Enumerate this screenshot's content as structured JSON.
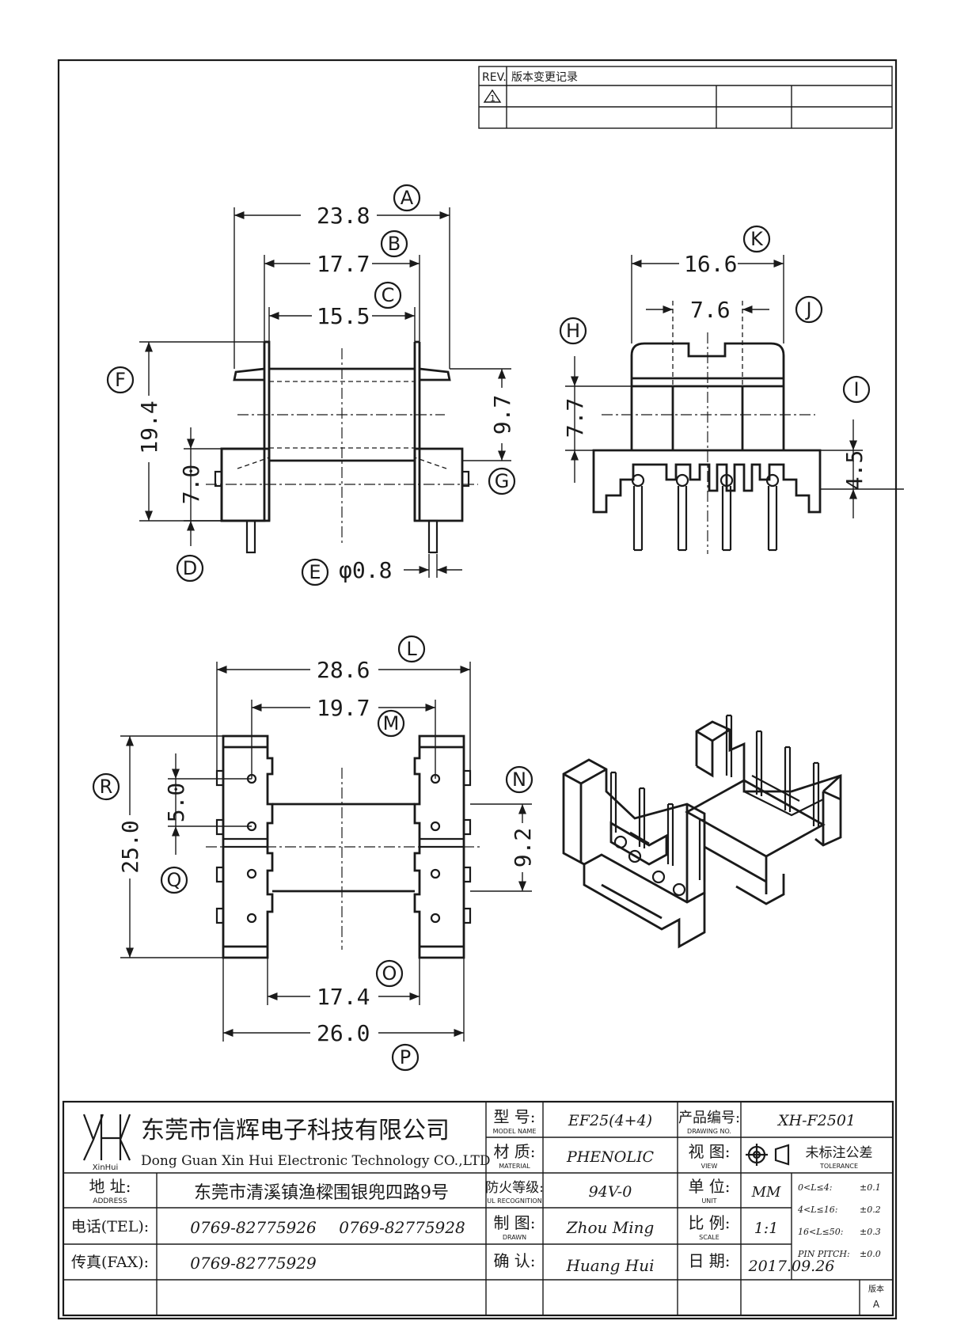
{
  "revision_table": {
    "rev_label": "REV.",
    "change_label": "版本变更记录",
    "rev_symbol": "1"
  },
  "views": {
    "front": {
      "dims": {
        "A": "23.8",
        "B": "17.7",
        "C": "15.5",
        "F": "19.4",
        "G": "9.7",
        "D": "7.0",
        "E": "φ0.8"
      },
      "callouts": [
        "A",
        "B",
        "C",
        "D",
        "E",
        "F",
        "G"
      ]
    },
    "side": {
      "dims": {
        "K": "16.6",
        "J": "7.6",
        "H": "7.7",
        "I": "4.5"
      },
      "callouts": [
        "K",
        "J",
        "H",
        "I"
      ]
    },
    "bottom": {
      "dims": {
        "L": "28.6",
        "M": "19.7",
        "R": "25.0",
        "Q": "5.0",
        "N": "9.2",
        "O": "17.4",
        "P": "26.0"
      },
      "callouts": [
        "L",
        "M",
        "N",
        "O",
        "P",
        "Q",
        "R"
      ]
    }
  },
  "title_block": {
    "logo_text": "XinHui",
    "company_cn": "东莞市信辉电子科技有限公司",
    "company_en": "Dong Guan Xin Hui Electronic Technology CO.,LTD",
    "address_label": "地 址:",
    "address_label_en": "ADDRESS",
    "address": "东莞市清溪镇渔樑围银兜四路9号",
    "tel_label": "电话(TEL):",
    "tel1": "0769-82775926",
    "tel2": "0769-82775928",
    "fax_label": "传真(FAX):",
    "fax": "0769-82775929",
    "model_label": "型 号:",
    "model_label_en": "MODEL NAME",
    "model": "EF25(4+4)",
    "material_label": "材 质:",
    "material_label_en": "MATERIAL",
    "material": "PHENOLIC",
    "fire_label": "防火等级:",
    "fire_label_en": "UL RECOGNITION",
    "fire": "94V-0",
    "drawn_label": "制 图:",
    "drawn_label_en": "DRAWN",
    "drawn": "Zhou Ming",
    "checked_label": "确 认:",
    "checked": "Huang Hui",
    "drawing_no_label": "产品编号:",
    "drawing_no_label_en": "DRAWING NO.",
    "drawing_no": "XH-F2501",
    "view_label": "视 图:",
    "view_label_en": "VIEW",
    "unit_label": "单 位:",
    "unit_label_en": "UNIT",
    "unit": "MM",
    "scale_label": "比 例:",
    "scale_label_en": "SCALE",
    "scale": "1:1",
    "date_label": "日 期:",
    "date": "2017.09.26",
    "tolerance_label": "未标注公差",
    "tolerance_label_en": "TOLERANCE",
    "tolerances": [
      {
        "range": "0<L≤4:",
        "value": "±0.1"
      },
      {
        "range": "4<L≤16:",
        "value": "±0.2"
      },
      {
        "range": "16<L≤50:",
        "value": "±0.3"
      },
      {
        "range": "PIN PITCH:",
        "value": "±0.0"
      }
    ],
    "version_label": "版本",
    "version": "A"
  }
}
